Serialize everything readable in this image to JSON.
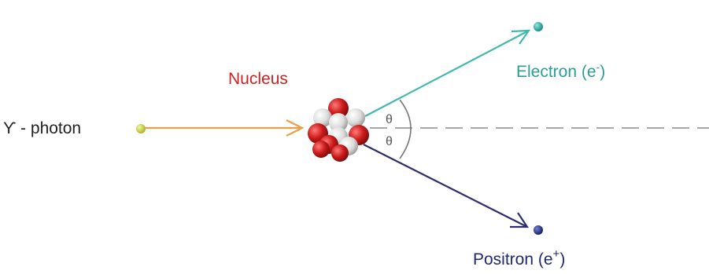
{
  "labels": {
    "photon": "ϒ - photon",
    "nucleus": "Nucleus",
    "electron": "Electron (e",
    "electron_sup": "-",
    "electron_close": ")",
    "positron": "Positron (e",
    "positron_sup": "+",
    "positron_close": ")",
    "theta_upper": "θ",
    "theta_lower": "θ"
  },
  "colors": {
    "photon_arrow": "#e8a04a",
    "photon_dot": "#c8d23a",
    "electron_arrow": "#40b8b0",
    "electron_dot": "#1aa89a",
    "positron_arrow": "#2e2e6e",
    "positron_dot": "#1f2a80",
    "nucleus_label": "#cc2222",
    "electron_label": "#2a9d94",
    "positron_label": "#1f2a6e",
    "proton": "#cc1a1a",
    "neutron": "#e4e4e4"
  }
}
